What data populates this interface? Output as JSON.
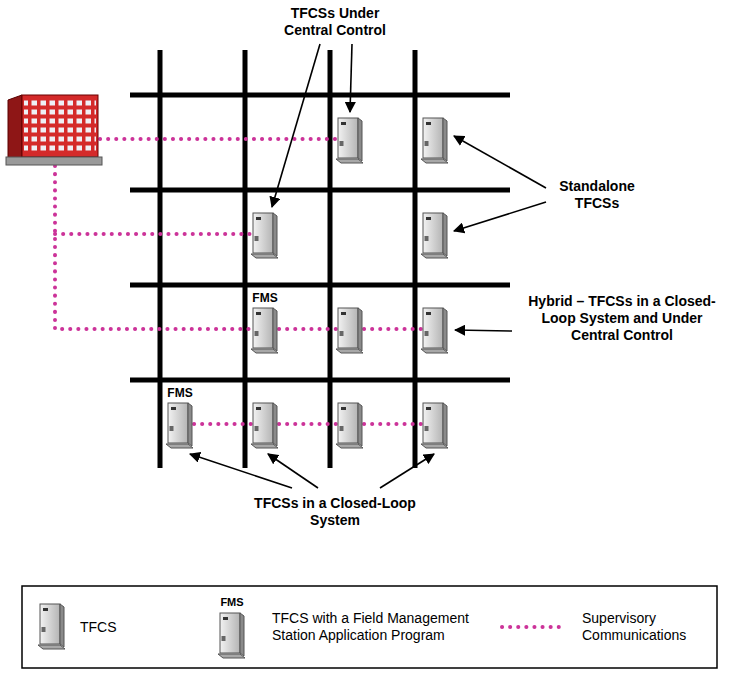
{
  "diagram": {
    "nodes": [
      {
        "text": [
          "FMS"
        ]
      },
      {
        "text": [
          "FMS"
        ]
      }
    ],
    "labels": [
      "TFCSs Under Central Control",
      "Standalone TFCSs",
      "Hybrid – TFCSs in a Closed-Loop System and Under Central Control",
      "TFCSs in a Closed-Loop System",
      "FMS"
    ],
    "legend": [
      {
        "text": "TFCS"
      },
      {
        "text": "TFCS with a Field Management Station Application Program"
      },
      {
        "text": "Supervisory Communications"
      }
    ]
  }
}
